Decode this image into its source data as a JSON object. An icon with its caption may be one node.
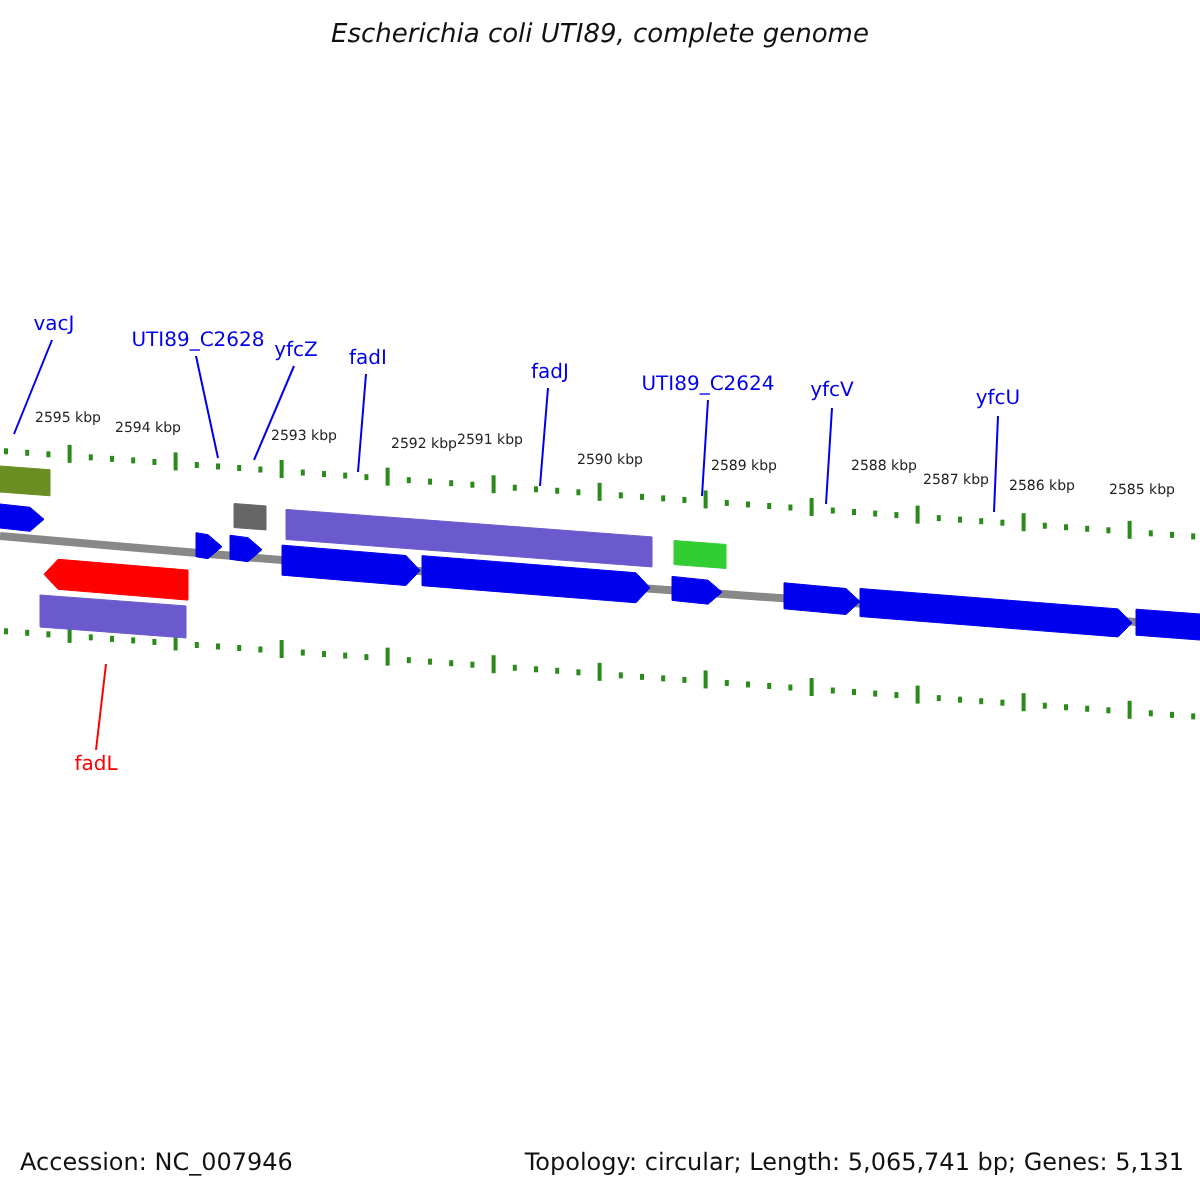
{
  "diagram": {
    "title": "Escherichia coli UTI89, complete genome",
    "nodes": [
      {
        "text": [
          "vacJ"
        ]
      },
      {
        "text": [
          "UTI89_C2628"
        ]
      },
      {
        "text": [
          "yfcZ"
        ]
      },
      {
        "text": [
          "fadI"
        ]
      },
      {
        "text": [
          "fadJ"
        ]
      },
      {
        "text": [
          "UTI89_C2624"
        ]
      },
      {
        "text": [
          "yfcV"
        ]
      },
      {
        "text": [
          "yfcU"
        ]
      },
      {
        "text": [
          "fadL"
        ]
      }
    ],
    "edges": [
      {
        "from": 0,
        "to": null,
        "arrow": "none"
      },
      {
        "from": 1,
        "to": null,
        "arrow": "none"
      },
      {
        "from": 2,
        "to": null,
        "arrow": "none"
      },
      {
        "from": 3,
        "to": null,
        "arrow": "none"
      },
      {
        "from": 4,
        "to": null,
        "arrow": "none"
      },
      {
        "from": 5,
        "to": null,
        "arrow": "none"
      },
      {
        "from": 6,
        "to": null,
        "arrow": "none"
      },
      {
        "from": 7,
        "to": null,
        "arrow": "none"
      },
      {
        "from": 8,
        "to": null,
        "arrow": "none",
        "color": "#ff0000"
      }
    ],
    "labels": [
      "2595 kbp",
      "2594 kbp",
      "2593 kbp",
      "2592 kbp",
      "2591 kbp",
      "2590 kbp",
      "2589 kbp",
      "2588 kbp",
      "2587 kbp",
      "2586 kbp",
      "2585 kbp",
      "Accession: NC_007946",
      "Topology: circular; Length: 5,065,741 bp; Genes: 5,131"
    ]
  }
}
